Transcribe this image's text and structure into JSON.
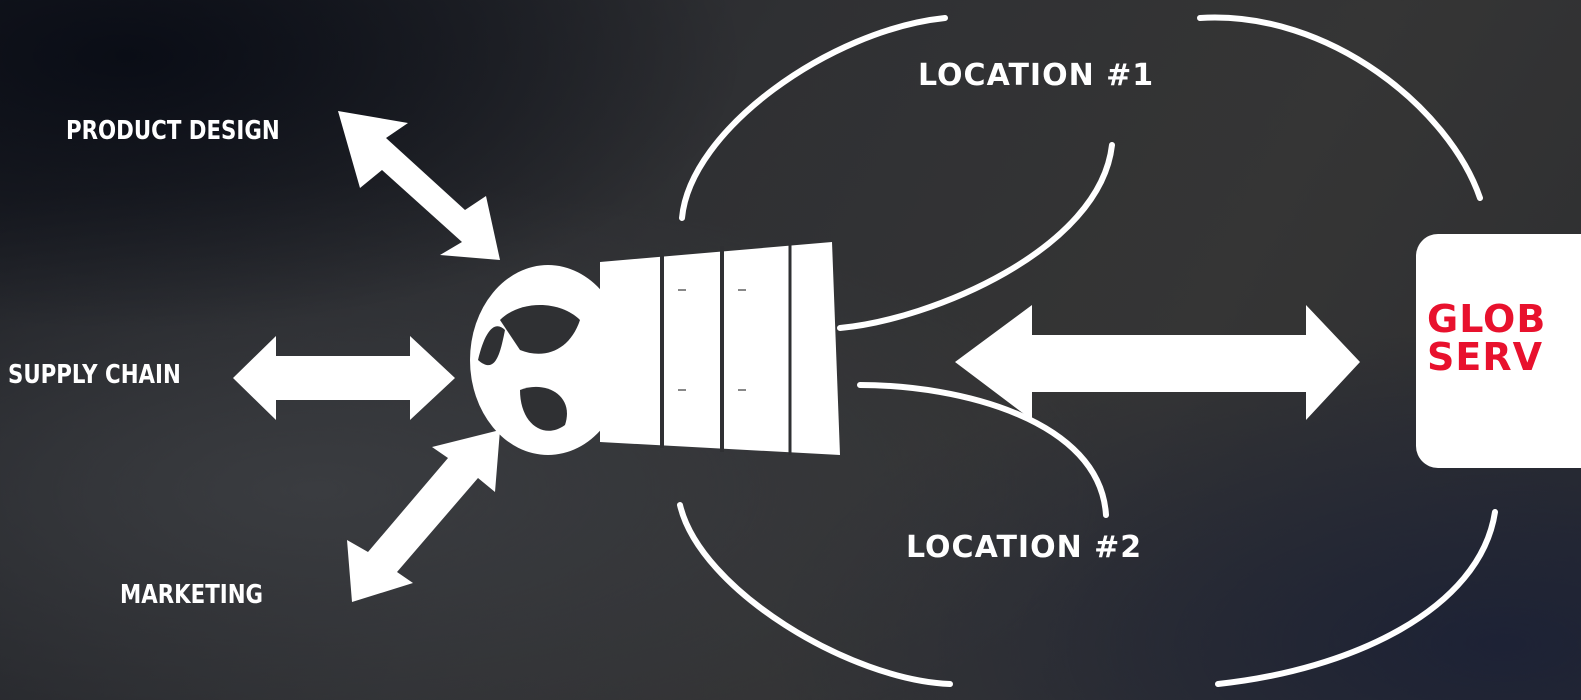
{
  "labels": {
    "product_design": "PRODUCT DESIGN",
    "supply_chain": "SUPPLY CHAIN",
    "marketing": "MARKETING",
    "location_1": "LOCATION #1",
    "location_2": "LOCATION #2"
  },
  "hub": {
    "line1": "GLOB",
    "line2": "SERV"
  },
  "colors": {
    "background": "#2f3033",
    "arrow": "#ffffff",
    "hub_text": "#e8112d"
  },
  "icons": [
    "globe-icon",
    "server-rack-icon"
  ]
}
